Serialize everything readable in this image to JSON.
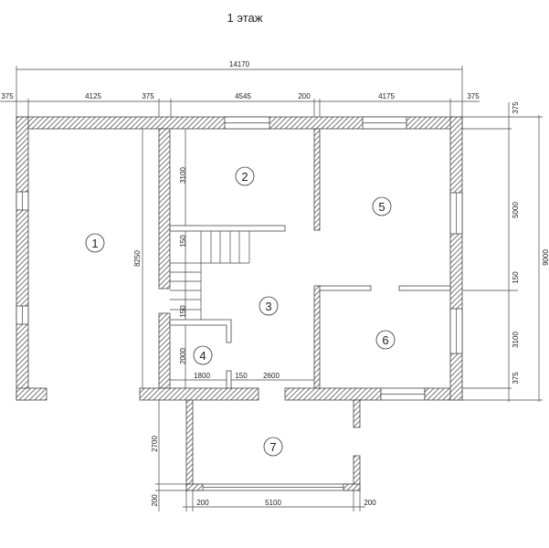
{
  "title": "1 этаж",
  "rooms": [
    "1",
    "2",
    "3",
    "4",
    "5",
    "6",
    "7"
  ],
  "dims": {
    "total_width": "14170",
    "top": [
      "375",
      "4125",
      "375",
      "4545",
      "200",
      "4175",
      "375"
    ],
    "right": [
      "375",
      "5000",
      "150",
      "3100",
      "375"
    ],
    "total_height": "9000",
    "left_height": "8250",
    "stair": [
      "3100",
      "150",
      "150",
      "2000"
    ],
    "inner_bottom": [
      "1800",
      "150",
      "2600"
    ],
    "porch_height": [
      "2700",
      "200"
    ],
    "porch_width": [
      "200",
      "5100",
      "200"
    ]
  }
}
